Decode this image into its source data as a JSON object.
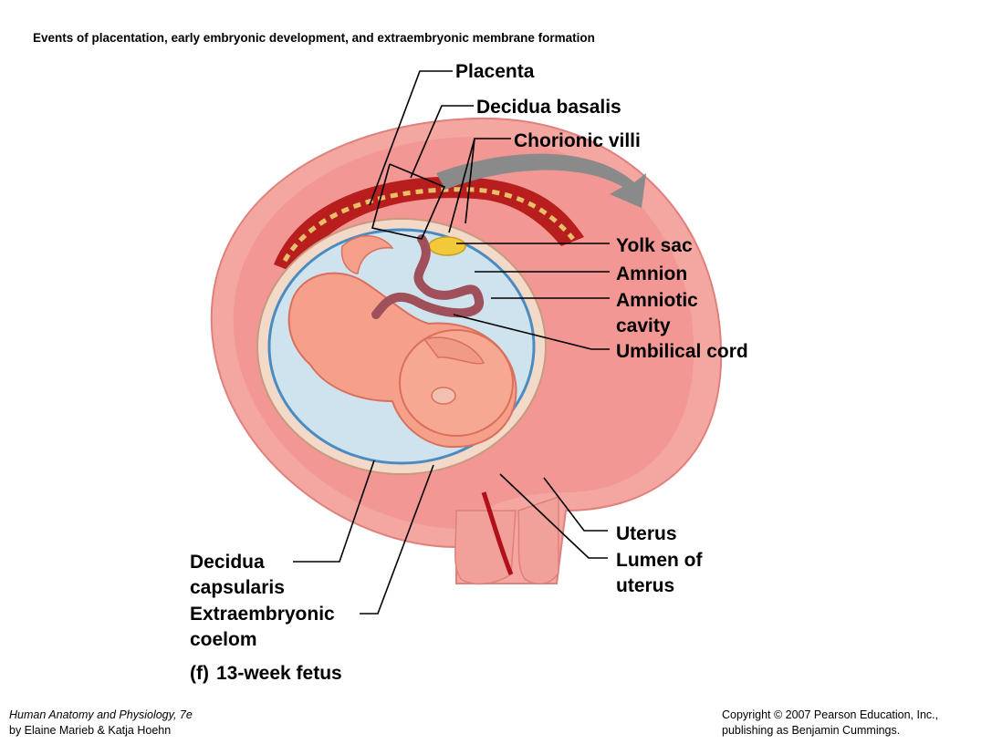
{
  "title": "Events of placentation, early embryonic development, and extraembryonic membrane formation",
  "labels": {
    "placenta": "Placenta",
    "decidua_basalis": "Decidua basalis",
    "chorionic_villi": "Chorionic villi",
    "yolk_sac": "Yolk sac",
    "amnion": "Amnion",
    "amniotic_cavity": "Amniotic cavity",
    "umbilical_cord": "Umbilical cord",
    "uterus": "Uterus",
    "lumen_of_uterus": "Lumen of uterus",
    "decidua_capsularis": "Decidua capsularis",
    "extraembryonic_coelom": "Extraembryonic coelom"
  },
  "caption": {
    "letter": "(f)",
    "text": "13-week fetus"
  },
  "footer": {
    "book_title": "Human Anatomy and Physiology",
    "edition": ", 7e",
    "authors": "by Elaine Marieb & Katja Hoehn",
    "copyright": "Copyright © 2007 Pearson Education, Inc.,",
    "publisher": "publishing as Benjamin Cummings."
  }
}
